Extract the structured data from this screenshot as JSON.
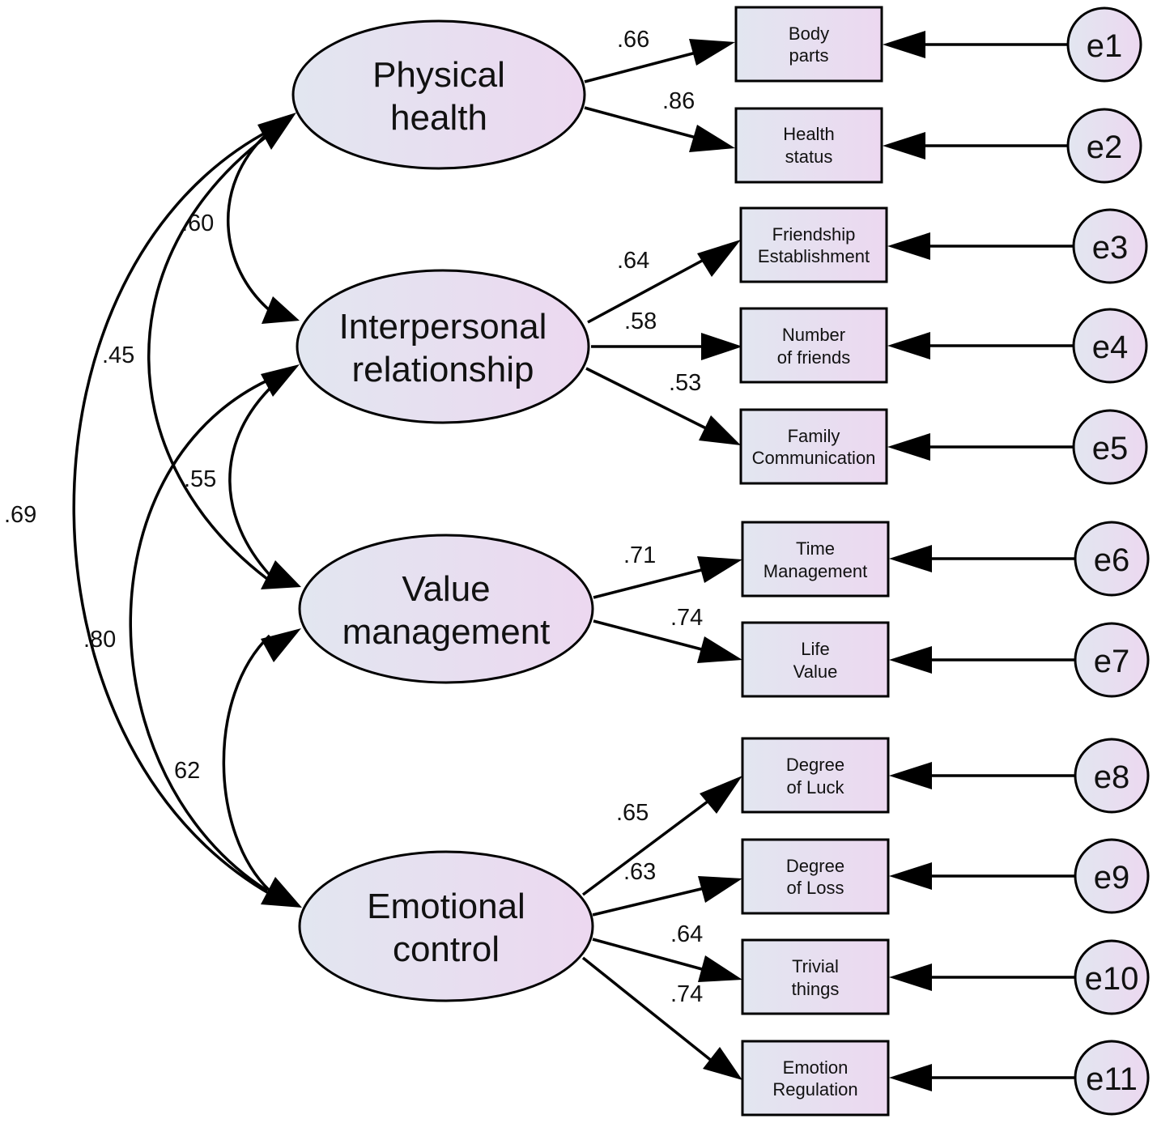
{
  "factors": [
    {
      "id": "physical",
      "line1": "Physical",
      "line2": "health"
    },
    {
      "id": "interpersonal",
      "line1": "Interpersonal",
      "line2": "relationship"
    },
    {
      "id": "value",
      "line1": "Value",
      "line2": "management"
    },
    {
      "id": "emotional",
      "line1": "Emotional",
      "line2": "control"
    }
  ],
  "indicators": [
    {
      "line1": "Body",
      "line2": "parts"
    },
    {
      "line1": "Health",
      "line2": "status"
    },
    {
      "line1": "Friendship",
      "line2": "Establishment"
    },
    {
      "line1": "Number",
      "line2": "of friends"
    },
    {
      "line1": "Family",
      "line2": "Communication"
    },
    {
      "line1": "Time",
      "line2": "Management"
    },
    {
      "line1": "Life",
      "line2": "Value"
    },
    {
      "line1": "Degree",
      "line2": "of Luck"
    },
    {
      "line1": "Degree",
      "line2": "of Loss"
    },
    {
      "line1": "Trivial",
      "line2": "things"
    },
    {
      "line1": "Emotion",
      "line2": "Regulation"
    }
  ],
  "errors": [
    "e1",
    "e2",
    "e3",
    "e4",
    "e5",
    "e6",
    "e7",
    "e8",
    "e9",
    "e10",
    "e11"
  ],
  "loadings": [
    ".66",
    ".86",
    ".64",
    ".58",
    ".53",
    ".71",
    ".74",
    ".65",
    ".63",
    ".64",
    ".74"
  ],
  "correlations": {
    "physical_interpersonal": ".60",
    "physical_value": ".45",
    "physical_emotional": ".69",
    "interpersonal_value": ".55",
    "interpersonal_emotional": ".80",
    "value_emotional": "62"
  },
  "colors": {
    "fill_start": "#e2e6f0",
    "fill_end": "#ecd8f0",
    "stroke": "#000000"
  }
}
